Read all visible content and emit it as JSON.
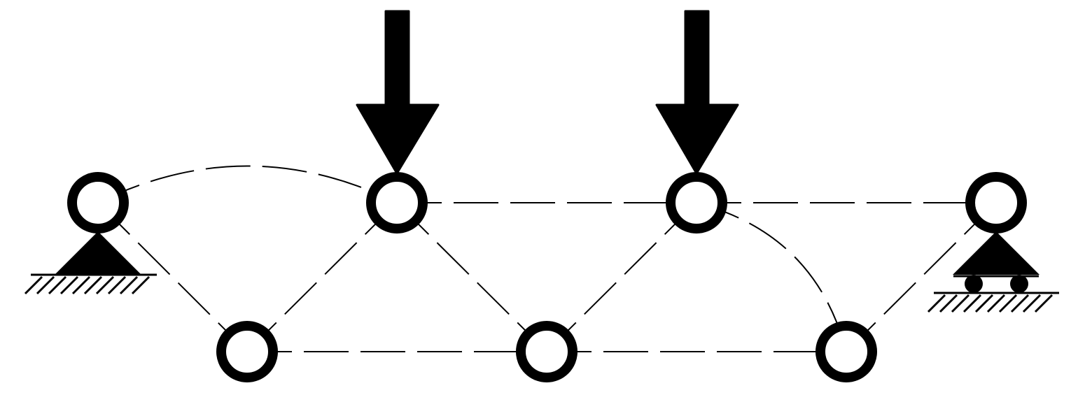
{
  "diagram": {
    "kind": "truss",
    "colors": {
      "stroke": "#000000",
      "background": "#ffffff"
    },
    "nodes": [
      {
        "id": "n1",
        "row": "top",
        "label": ""
      },
      {
        "id": "n2",
        "row": "top",
        "label": ""
      },
      {
        "id": "n3",
        "row": "top",
        "label": ""
      },
      {
        "id": "n4",
        "row": "top",
        "label": ""
      },
      {
        "id": "n5",
        "row": "bottom",
        "label": ""
      },
      {
        "id": "n6",
        "row": "bottom",
        "label": ""
      },
      {
        "id": "n7",
        "row": "bottom",
        "label": ""
      }
    ],
    "members": [
      {
        "from": "n1",
        "to": "n2",
        "shape": "arc",
        "style": "dashed"
      },
      {
        "from": "n1",
        "to": "n5",
        "shape": "straight",
        "style": "dashed"
      },
      {
        "from": "n2",
        "to": "n5",
        "shape": "straight",
        "style": "dashed"
      },
      {
        "from": "n2",
        "to": "n6",
        "shape": "straight",
        "style": "dashed"
      },
      {
        "from": "n2",
        "to": "n3",
        "shape": "straight",
        "style": "dashed"
      },
      {
        "from": "n3",
        "to": "n6",
        "shape": "straight",
        "style": "dashed"
      },
      {
        "from": "n3",
        "to": "n7",
        "shape": "arc",
        "style": "dashed"
      },
      {
        "from": "n3",
        "to": "n4",
        "shape": "straight",
        "style": "dashed"
      },
      {
        "from": "n4",
        "to": "n7",
        "shape": "straight",
        "style": "dashed"
      },
      {
        "from": "n5",
        "to": "n6",
        "shape": "straight",
        "style": "dashed"
      },
      {
        "from": "n6",
        "to": "n7",
        "shape": "straight",
        "style": "dashed"
      }
    ],
    "supports": [
      {
        "node": "n1",
        "type": "pin",
        "icon": "pin-support-icon"
      },
      {
        "node": "n4",
        "type": "roller",
        "icon": "roller-support-icon"
      }
    ],
    "loads": [
      {
        "node": "n2",
        "direction": "down",
        "icon": "arrow-down-icon"
      },
      {
        "node": "n3",
        "direction": "down",
        "icon": "arrow-down-icon"
      }
    ]
  }
}
